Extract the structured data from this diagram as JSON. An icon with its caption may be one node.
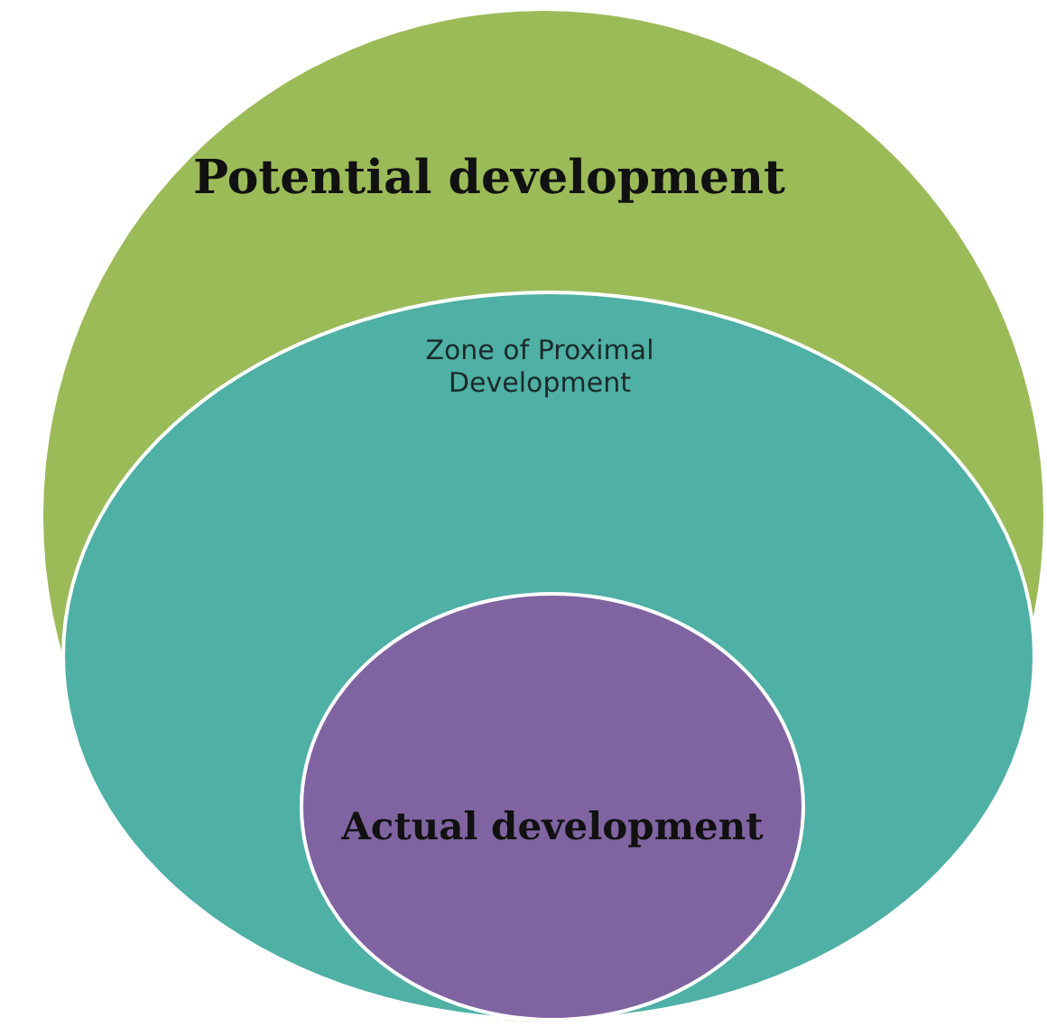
{
  "diagram": {
    "nodes": [
      {
        "text": [
          "Potential development"
        ]
      },
      {
        "text": [
          "Zone of Proximal Development"
        ],
        "in": 0
      },
      {
        "text": [
          "Actual development"
        ],
        "in": 1
      }
    ]
  }
}
